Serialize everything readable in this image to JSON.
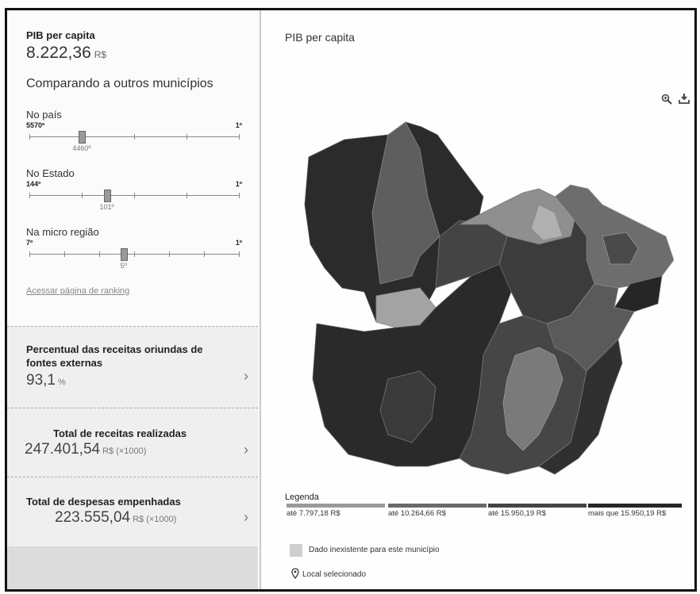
{
  "left_panel": {
    "kpi_title": "PIB per capita",
    "kpi_value": "8.222,36",
    "kpi_unit": "R$",
    "compare_title": "Comparando a outros municípios",
    "rankings": [
      {
        "label": "No país",
        "start": "5570º",
        "end": "1º",
        "position": "4460º",
        "fraction": 0.25
      },
      {
        "label": "No Estado",
        "start": "144º",
        "end": "1º",
        "position": "101º",
        "fraction": 0.37
      },
      {
        "label": "Na micro região",
        "start": "7º",
        "end": "1º",
        "position": "5º",
        "fraction": 0.45
      }
    ],
    "ranking_link": "Acessar página de ranking",
    "cards": [
      {
        "title": "Percentual das receitas oriundas de fontes externas",
        "value": "93,1",
        "unit": "%"
      },
      {
        "title": "Total de receitas realizadas",
        "value": "247.401,54",
        "unit": "R$ (×1000)"
      },
      {
        "title": "Total de despesas empenhadas",
        "value": "223.555,04",
        "unit": "R$ (×1000)"
      }
    ]
  },
  "map_panel": {
    "title": "PIB per capita",
    "icons": [
      "zoom-icon",
      "download-icon"
    ],
    "legend": {
      "title": "Legenda",
      "items": [
        {
          "label": "até 7.797,18 R$",
          "color": "#9a9a9a"
        },
        {
          "label": "até 10.264,66 R$",
          "color": "#6a6a6a"
        },
        {
          "label": "até 15.950,19 R$",
          "color": "#454545"
        },
        {
          "label": "mais que 15.950,19 R$",
          "color": "#262626"
        }
      ],
      "no_data": "Dado inexistente para este município",
      "selected": "Local selecionado"
    }
  },
  "colors": {
    "card_bg": "#efefef",
    "map_darkest": "#262626"
  }
}
